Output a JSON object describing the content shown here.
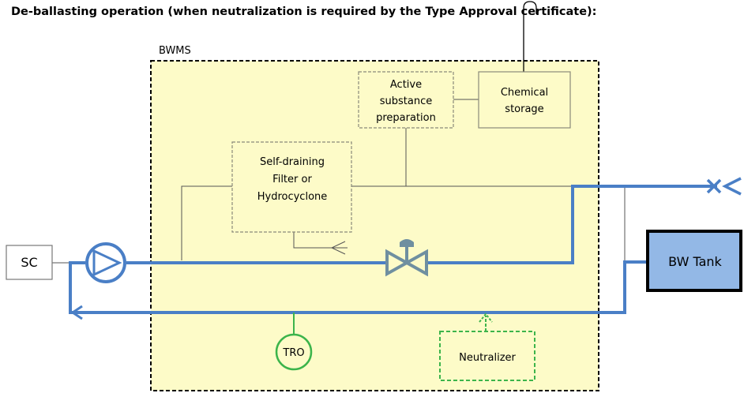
{
  "title": "De-ballasting operation (when neutralization is required by the Type Approval certificate):",
  "bwms_label": "BWMS",
  "boxes": {
    "active_substance": [
      "Active",
      "substance",
      "preparation"
    ],
    "chemical_storage": [
      "Chemical",
      "storage"
    ],
    "filter": [
      "Self-draining",
      "Filter or",
      "Hydrocyclone"
    ],
    "sc": "SC",
    "bw_tank": "BW Tank",
    "tro": "TRO",
    "neutralizer": "Neutralizer"
  },
  "colors": {
    "bwms_fill": "#fdfbc8",
    "pipe": "#4a7fc6",
    "valve": "#6f8fa0",
    "neutralizer": "#3cb44b",
    "tro": "#3cb44b",
    "tank_fill": "#93b8e6",
    "box_border": "#8a8a7a"
  }
}
